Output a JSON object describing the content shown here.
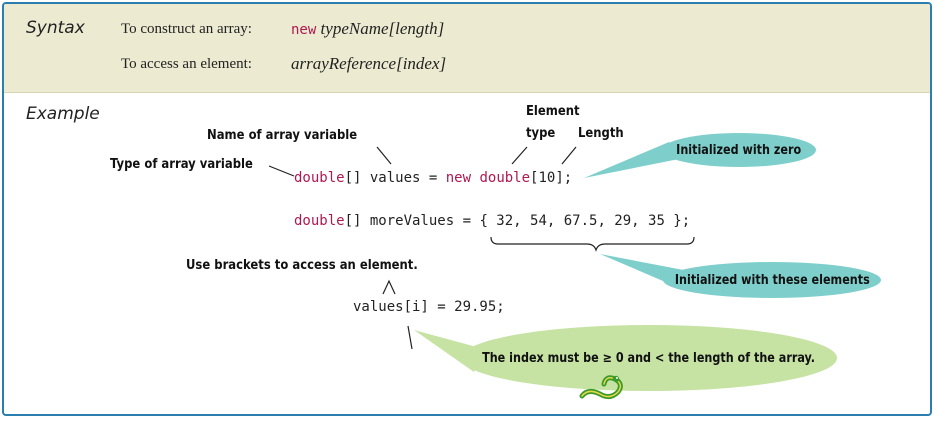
{
  "syntax": {
    "title": "Syntax",
    "construct_label": "To construct an array:",
    "construct_keyword": "new",
    "construct_code": "typeName[length]",
    "access_label": "To access an element:",
    "access_code": "arrayReference[index]"
  },
  "example": {
    "title": "Example",
    "line1": {
      "type": "double",
      "brackets": "[] values = ",
      "new": "new",
      "type2": "double",
      "rest": "[10];"
    },
    "line2": {
      "type": "double",
      "rest": "[] moreValues = { 32, 54, 67.5, 29, 35 };"
    },
    "line3": "values[i] = 29.95;"
  },
  "annotations": {
    "element_type_1": "Element",
    "element_type_2": "type",
    "length": "Length",
    "name_of_array_variable": "Name of array variable",
    "type_of_array_variable": "Type of array variable",
    "use_brackets": "Use brackets to access an element."
  },
  "bubbles": {
    "initialized_zero": "Initialized with zero",
    "initialized_elements": "Initialized with these elements",
    "index_rule": "The index must be ≥ 0 and < the length of the array."
  },
  "colors": {
    "border": "#2a7fb0",
    "syntax_bg": "#ecebd2",
    "keyword": "#b0184f",
    "teal_bubble": "#7ecfcc",
    "green_bubble": "#c6e3a4"
  }
}
